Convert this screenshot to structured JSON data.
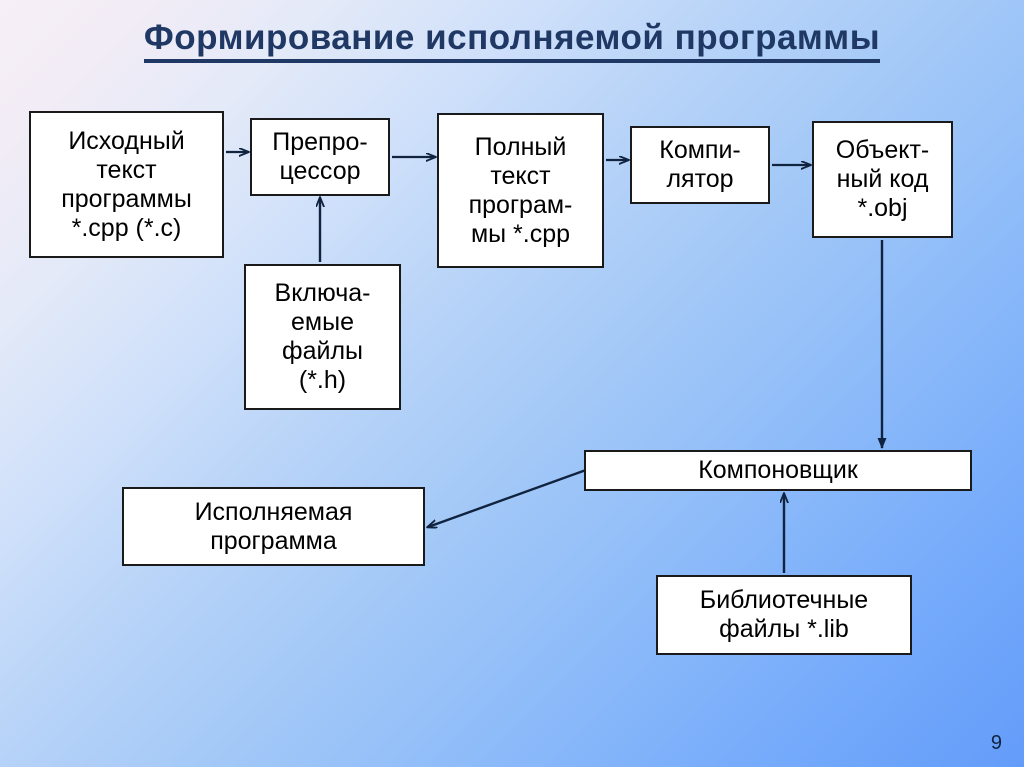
{
  "slide": {
    "title": "Формирование исполняемой программы",
    "number": "9",
    "title_color": "#1f3864",
    "background_from": "#f7eff7",
    "background_to": "#639cfa"
  },
  "diagram": {
    "type": "flowchart",
    "box_fill": "#ffffff",
    "box_border": "#1a1a1a",
    "arrow_color": "#10233f",
    "nodes": [
      {
        "id": "source",
        "label": "Исходный\nтекст\nпрограммы\n*.cpp (*.c)"
      },
      {
        "id": "preproc",
        "label": "Препро-\nцессор"
      },
      {
        "id": "fulltext",
        "label": "Полный\nтекст\nпрограм-\nмы *.cpp"
      },
      {
        "id": "compiler",
        "label": "Компи-\nлятор"
      },
      {
        "id": "objcode",
        "label": "Объект-\nный код\n*.obj"
      },
      {
        "id": "includes",
        "label": "Включа-\nемые\nфайлы\n(*.h)"
      },
      {
        "id": "linker",
        "label": "Компоновщик"
      },
      {
        "id": "executable",
        "label": "Исполняемая\nпрограмма"
      },
      {
        "id": "libs",
        "label": "Библиотечные\nфайлы *.lib"
      }
    ],
    "edges": [
      {
        "from": "source",
        "to": "preproc"
      },
      {
        "from": "preproc",
        "to": "fulltext"
      },
      {
        "from": "fulltext",
        "to": "compiler"
      },
      {
        "from": "compiler",
        "to": "objcode"
      },
      {
        "from": "includes",
        "to": "preproc"
      },
      {
        "from": "objcode",
        "to": "linker"
      },
      {
        "from": "libs",
        "to": "linker"
      },
      {
        "from": "linker",
        "to": "executable"
      }
    ]
  }
}
